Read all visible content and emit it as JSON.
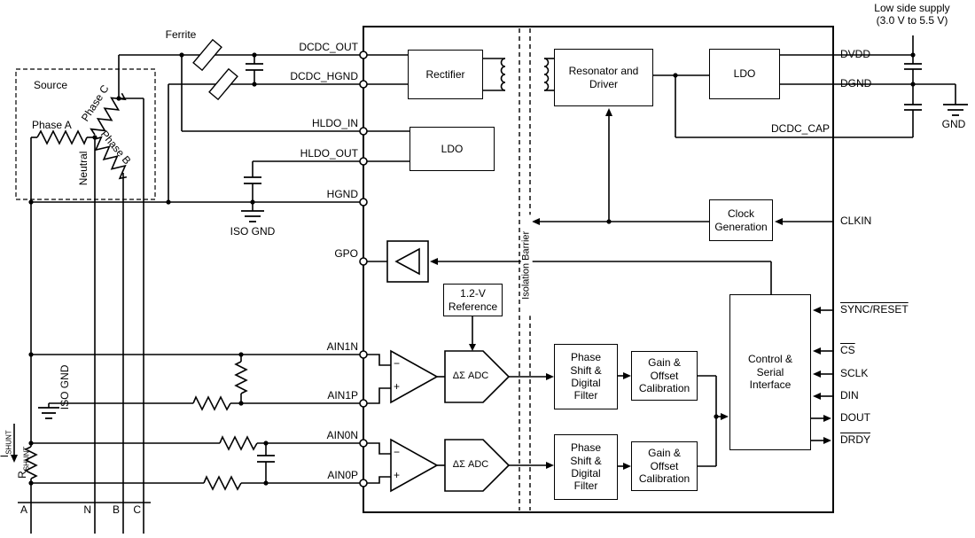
{
  "supply": {
    "note": "Low side supply\n(3.0 V to 5.5 V)",
    "gnd": "GND"
  },
  "source": {
    "title": "Source",
    "phase_a": "Phase A",
    "phase_b": "Phase B",
    "phase_c": "Phase C",
    "neutral": "Neutral",
    "ferrite": "Ferrite"
  },
  "grounds": {
    "iso_gnd_top": "ISO GND",
    "iso_gnd_left": "ISO GND"
  },
  "bottom": {
    "a": "A",
    "n": "N",
    "b": "B",
    "c": "C"
  },
  "shunt": {
    "i_main": "I",
    "i_sub": "SHUNT",
    "r_main": "R",
    "r_sub": "SHUNT"
  },
  "pins_left": {
    "dcdc_out": "DCDC_OUT",
    "dcdc_hgnd": "DCDC_HGND",
    "hldo_in": "HLDO_IN",
    "hldo_out": "HLDO_OUT",
    "hgnd": "HGND",
    "gpo": "GPO",
    "ain1n": "AIN1N",
    "ain1p": "AIN1P",
    "ain0n": "AIN0N",
    "ain0p": "AIN0P"
  },
  "pins_right": {
    "dvdd": "DVDD",
    "dgnd": "DGND",
    "dcdc_cap": "DCDC_CAP",
    "clkin": "CLKIN",
    "sync_reset": "SYNC/RESET",
    "cs": "CS",
    "sclk": "SCLK",
    "din": "DIN",
    "dout": "DOUT",
    "drdy": "DRDY"
  },
  "blocks": {
    "rectifier": "Rectifier",
    "hldo": "LDO",
    "resonator": "Resonator and\nDriver",
    "ldo": "LDO",
    "clock_gen": "Clock\nGeneration",
    "reference": "1.2-V\nReference",
    "adc1": "ΔΣ ADC",
    "adc0": "ΔΣ ADC",
    "ps1": "Phase\nShift &\nDigital\nFilter",
    "ps0": "Phase\nShift &\nDigital\nFilter",
    "gain1": "Gain &\nOffset\nCalibration",
    "gain0": "Gain &\nOffset\nCalibration",
    "control": "Control &\nSerial\nInterface",
    "isolation": "Isolation Barrier"
  },
  "amp": {
    "minus": "−",
    "plus": "+"
  }
}
